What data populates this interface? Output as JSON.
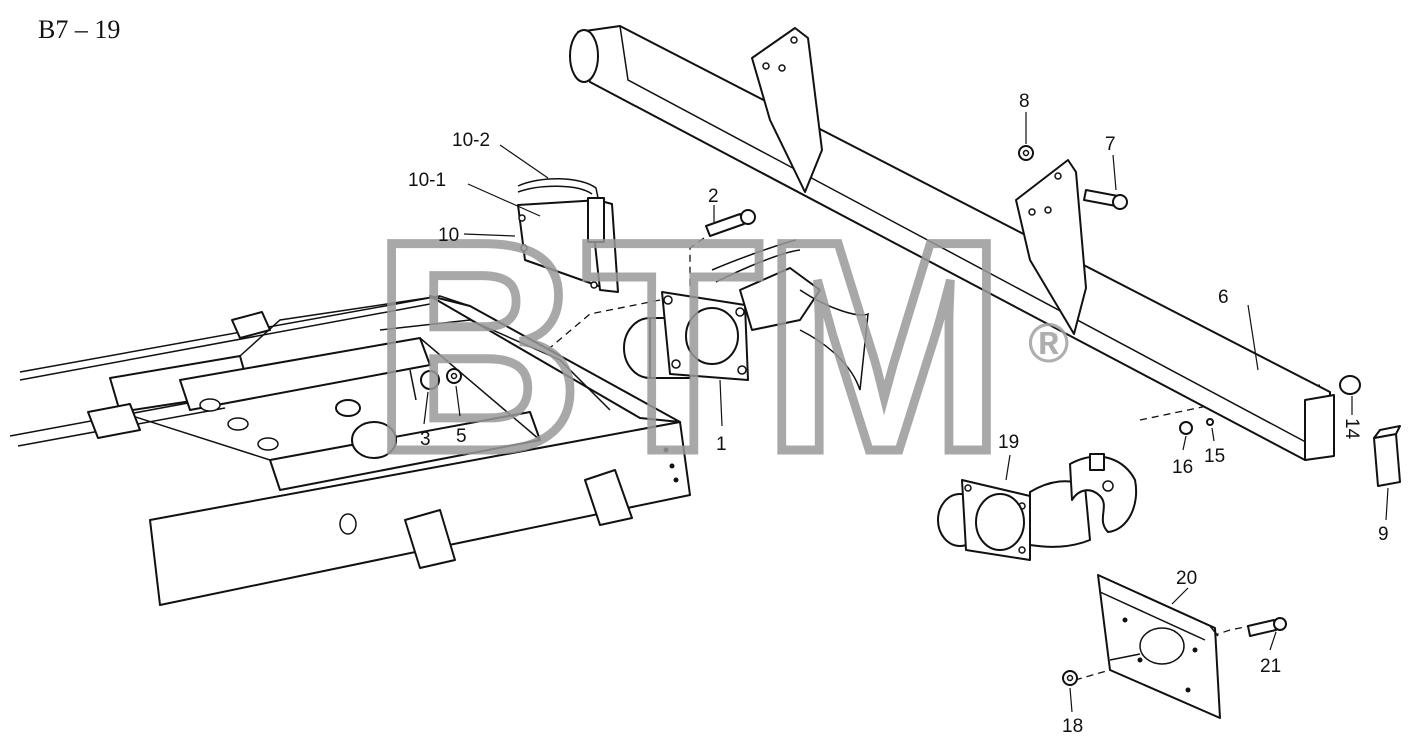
{
  "page_code": "B7 – 19",
  "watermark": {
    "text": "BTM",
    "mark": "®"
  },
  "callouts": {
    "c1": "1",
    "c2": "2",
    "c3": "3",
    "c5": "5",
    "c6": "6",
    "c7": "7",
    "c8": "8",
    "c9": "9",
    "c10": "10",
    "c10_1": "10-1",
    "c10_2": "10-2",
    "c14": "14",
    "c15": "15",
    "c16": "16",
    "c18": "18",
    "c19": "19",
    "c20": "20",
    "c21": "21"
  }
}
